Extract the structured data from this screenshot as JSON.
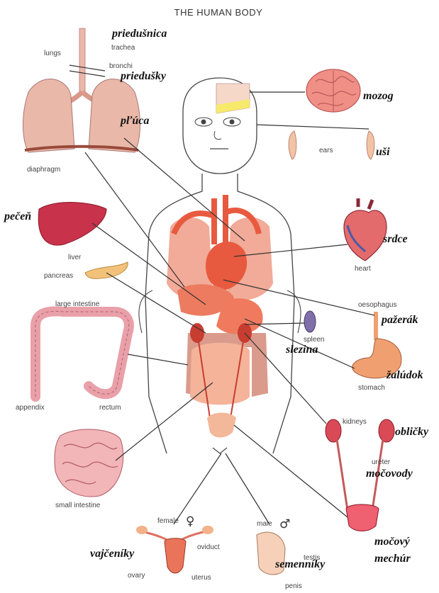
{
  "title": "THE HUMAN BODY",
  "english_labels": {
    "lungs": "lungs",
    "trachea": "trachea",
    "bronchi": "bronchi",
    "diaphragm": "diaphragm",
    "ears": "ears",
    "liver": "liver",
    "heart": "heart",
    "pancreas": "pancreas",
    "large_intestine": "large intestine",
    "oesophagus": "oesophagus",
    "spleen": "spleen",
    "stomach": "stomach",
    "appendix": "appendix",
    "rectum": "rectum",
    "kidneys": "kidneys",
    "ureter": "ureter",
    "small_intestine": "small intestine",
    "female": "female",
    "male": "male",
    "oviduct": "oviduct",
    "ovary": "ovary",
    "uterus": "uterus",
    "testis": "testis",
    "penis": "penis"
  },
  "slovak_labels": {
    "trachea": "priedušnica",
    "bronchi": "priedušky",
    "lungs": "pľúca",
    "brain": "mozog",
    "ears": "uši",
    "liver": "pečeň",
    "heart": "srdce",
    "oesophagus": "pažerák",
    "spleen": "slezina",
    "stomach": "žalúdok",
    "kidneys": "obličky",
    "ureter": "močovody",
    "bladder_line1": "močový",
    "bladder_line2": "mechúr",
    "ovary": "vajčeníky",
    "testis": "semenníky"
  },
  "symbols": {
    "female": "♀",
    "male": "♂"
  },
  "colors": {
    "organ": "#e8765f",
    "organ_dark": "#c9503b",
    "lung": "#e9b8a8",
    "liver": "#c8324a",
    "stomach": "#f0a070",
    "intestine": "#e9a0a8",
    "pancreas": "#f3c27a"
  }
}
